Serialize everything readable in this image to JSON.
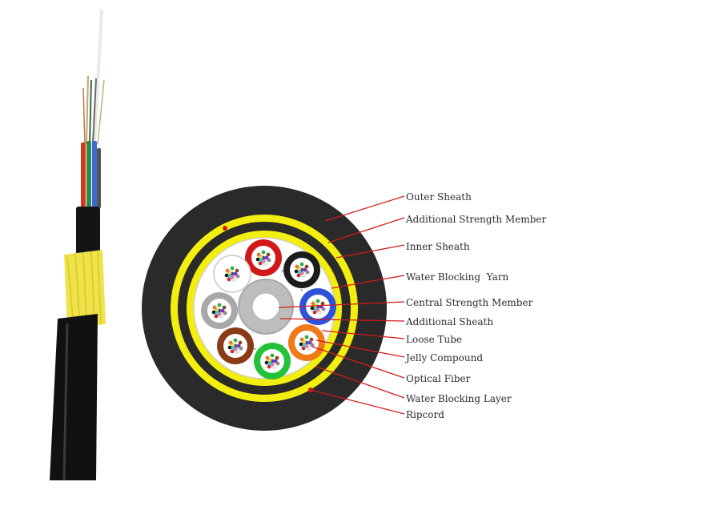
{
  "labels": [
    {
      "id": "outer-sheath",
      "text": "Outer Sheath"
    },
    {
      "id": "additional-strength-member",
      "text": "Additional Strength Member"
    },
    {
      "id": "inner-sheath",
      "text": "Inner Sheath"
    },
    {
      "id": "water-blocking-yarn",
      "text": "Water Blocking  Yarn"
    },
    {
      "id": "central-strength-member",
      "text": "Central Strength Member"
    },
    {
      "id": "additional-sheath",
      "text": "Additional Sheath"
    },
    {
      "id": "loose-tube",
      "text": "Loose Tube"
    },
    {
      "id": "jelly-compound",
      "text": "Jelly Compound"
    },
    {
      "id": "optical-fiber",
      "text": "Optical Fiber"
    },
    {
      "id": "water-blocking-layer",
      "text": "Water Blocking Layer"
    },
    {
      "id": "ripcord",
      "text": "Ripcord"
    }
  ],
  "colors": {
    "sheath": "#2a2a2a",
    "aramid_yellow": "#f2ee10",
    "leader_line": "#d21a1a",
    "central_member": "#c8c8c8",
    "tube_colors": [
      "#d01818",
      "#1c1c1c",
      "#2f52d8",
      "#ee7a1a",
      "#22c23a",
      "#8a3a16",
      "#a8a8a8",
      "#ffffff"
    ],
    "fiber_colors": [
      "#1e3fd0",
      "#ee7a1a",
      "#22b83a",
      "#8a4a1a",
      "#8c8c8c",
      "#eeeeee",
      "#e02020",
      "#111111",
      "#f0e020",
      "#8a2ab0",
      "#ff69b4",
      "#40d0d0"
    ]
  }
}
